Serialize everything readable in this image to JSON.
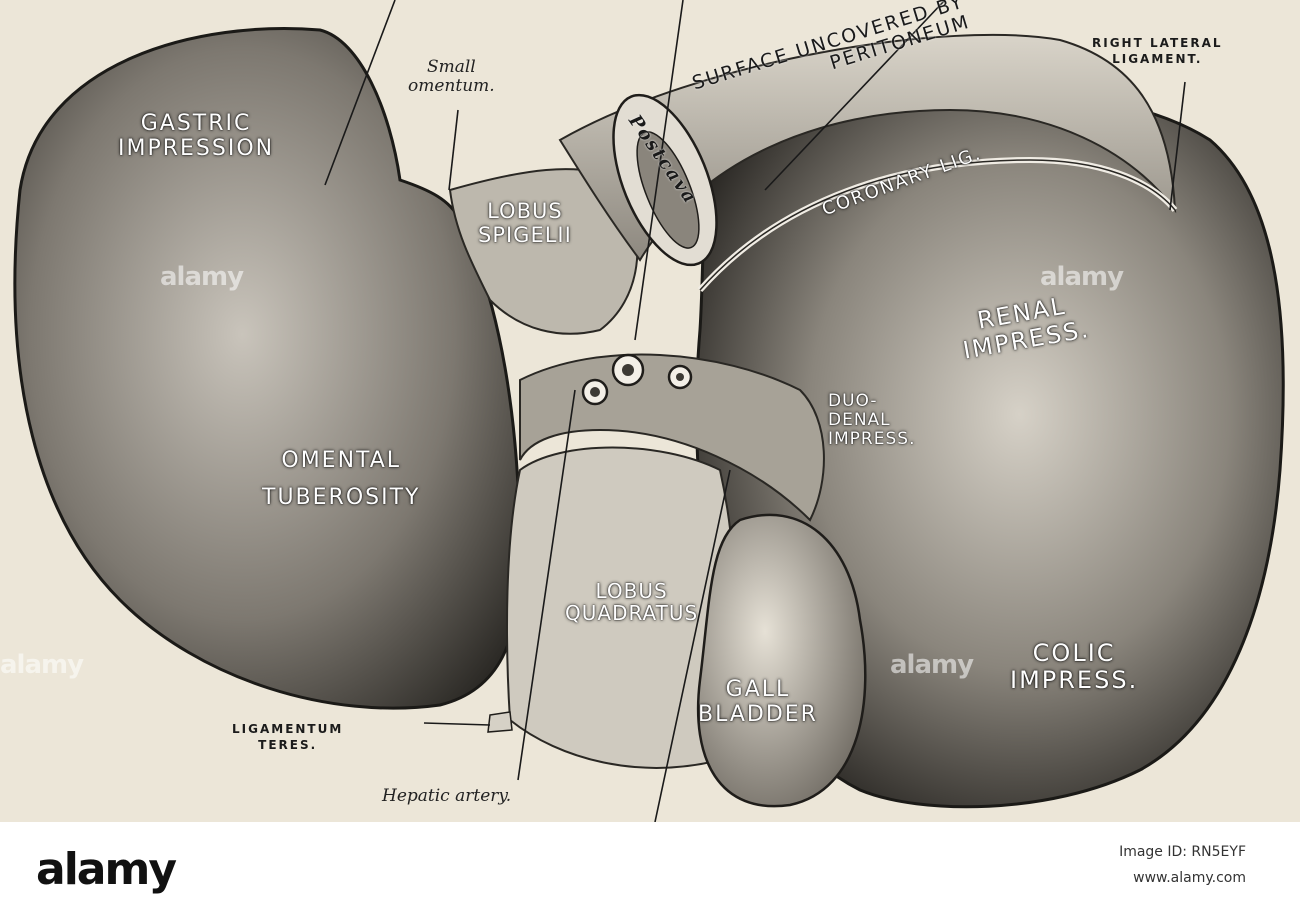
{
  "labels": {
    "gastric": "GASTRIC\nIMPRESSION",
    "lobus_spigelii": "LOBUS\nSPIGELII",
    "postcava": "Postcava",
    "surface_uncovered": "SURFACE UNCOVERED BY\nPERITONEUM",
    "coronary": "CORONARY LIG.",
    "renal": "RENAL\nIMPRESS.",
    "duodenal": "DUO-\nDENAL\nIMPRESS.",
    "omental": "OMENTAL\nTUBEROSITY",
    "quadratus": "LOBUS\nQUADRATUS",
    "gall": "GALL\nBLADDER",
    "colic": "COLIC\nIMPRESS."
  },
  "callouts": {
    "small_omentum": "Small\nomentum.",
    "right_lateral": "RIGHT LATERAL\nLIGAMENT.",
    "ligamentum_teres": "LIGAMENTUM\nTERES.",
    "hepatic_artery": "Hepatic artery."
  },
  "watermark": "alamy",
  "footer": {
    "brand": "alamy",
    "image_id": "Image ID: RN5EYF",
    "site": "www.alamy.com"
  }
}
